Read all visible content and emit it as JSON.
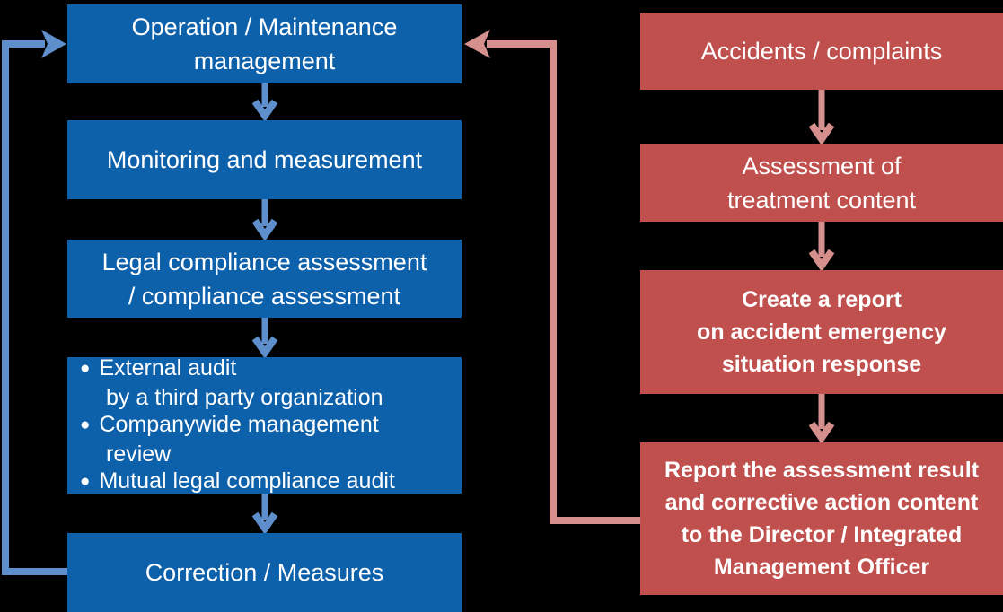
{
  "diagram": {
    "title": "management-system-flow",
    "background_color": "#000000",
    "glyphs": {
      "bullet": "●"
    },
    "colors": {
      "process_box": "#0d61ab",
      "process_arrow": "#5e8fcc",
      "incident_box": "#c0504d",
      "incident_arrow": "#d5908e",
      "text": "#ffffff"
    },
    "process_flow": {
      "boxes": [
        {
          "id": "operation-maintenance",
          "lines": [
            "Operation / Maintenance",
            "management"
          ]
        },
        {
          "id": "monitoring",
          "lines": [
            "Monitoring and measurement"
          ]
        },
        {
          "id": "legal-compliance",
          "lines": [
            "Legal compliance assessment",
            "/ compliance assessment"
          ]
        },
        {
          "id": "audit-review",
          "bullets": [
            {
              "lines": [
                "External audit",
                "by a third party organization"
              ]
            },
            {
              "lines": [
                "Companywide management",
                "review"
              ]
            },
            {
              "lines": [
                "Mutual legal compliance audit"
              ]
            }
          ]
        },
        {
          "id": "correction",
          "lines": [
            "Correction / Measures"
          ]
        }
      ]
    },
    "incident_flow": {
      "boxes": [
        {
          "id": "accidents-complaints",
          "lines": [
            "Accidents / complaints"
          ]
        },
        {
          "id": "assessment-treatment",
          "lines": [
            "Assessment of",
            "treatment content"
          ]
        },
        {
          "id": "create-report",
          "lines": [
            "Create a report",
            "on accident emergency",
            "situation response"
          ]
        },
        {
          "id": "report-result",
          "lines": [
            "Report the assessment result",
            "and corrective action content",
            "to the Director / Integrated",
            "Management Officer"
          ]
        }
      ]
    }
  }
}
